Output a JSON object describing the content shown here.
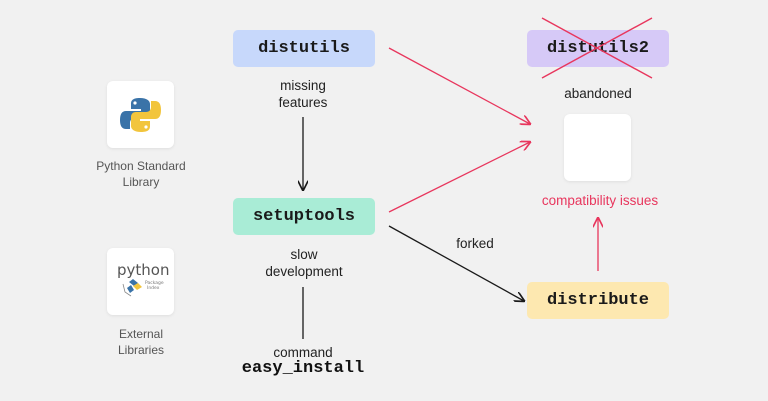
{
  "libraries": {
    "stdlib_label_line1": "Python Standard",
    "stdlib_label_line2": "Library",
    "external_label_line1": "External",
    "external_label_line2": "Libraries",
    "pypi_logo_text": "python",
    "pypi_logo_sub1": "Package",
    "pypi_logo_sub2": "Index"
  },
  "nodes": {
    "distutils": "distutils",
    "setuptools": "setuptools",
    "distutils2": "distutils2",
    "distribute": "distribute"
  },
  "edge_labels": {
    "missing_line1": "missing",
    "missing_line2": "features",
    "slow_line1": "slow",
    "slow_line2": "development",
    "forked": "forked",
    "abandoned": "abandoned",
    "compat": "compatibility issues",
    "command": "command",
    "easy_install": "easy_install"
  },
  "colors": {
    "distutils": "#c7d8fb",
    "setuptools": "#a9ecd6",
    "distutils2": "#d6c9f7",
    "distribute": "#fde8b0",
    "red": "#e8365d",
    "black": "#1a1a1a"
  }
}
